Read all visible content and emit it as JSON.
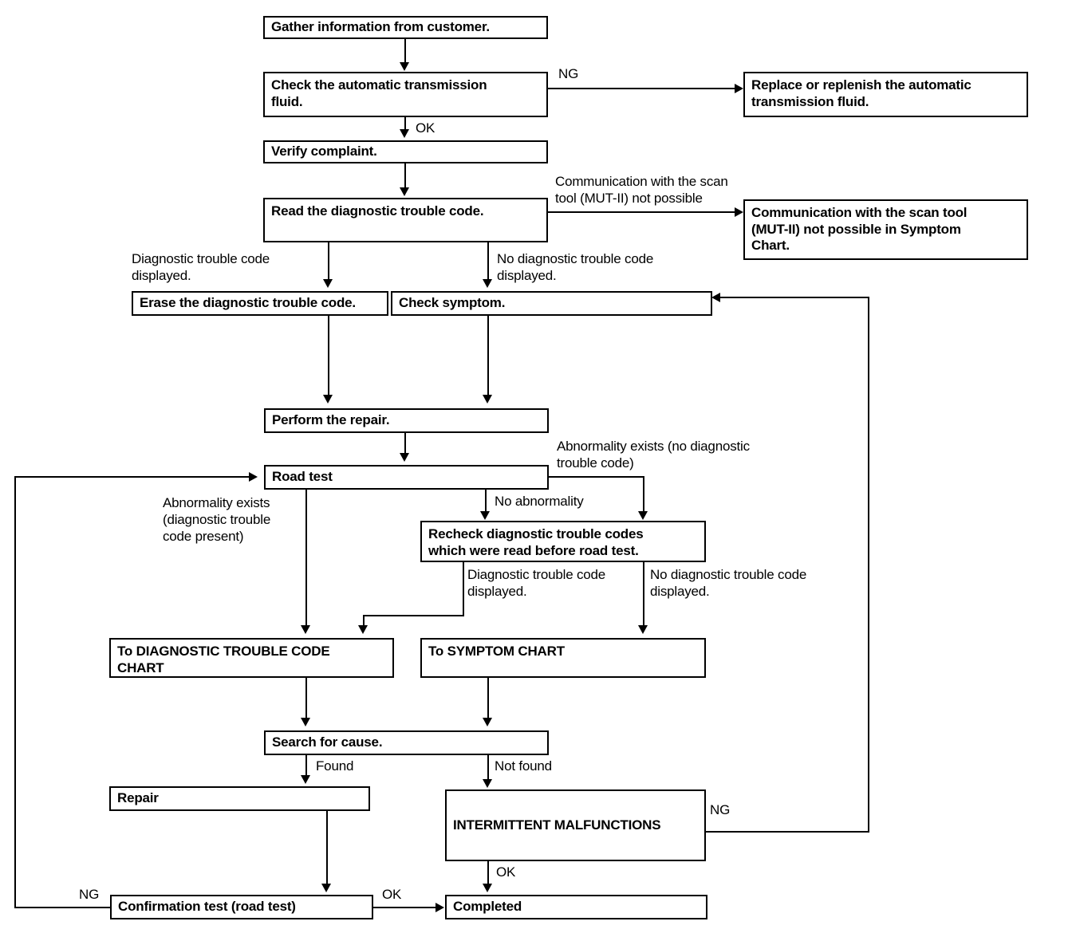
{
  "diagram": {
    "title": "Automatic transmission diagnostic troubleshooting flowchart",
    "type": "flowchart",
    "ink_color": "#000000",
    "background_color": "#ffffff",
    "nodes": [
      {
        "id": "gather",
        "label": "Gather information from customer."
      },
      {
        "id": "check_fluid",
        "label": "Check the automatic transmission\nfluid."
      },
      {
        "id": "replace_fluid",
        "label": "Replace or replenish the automatic\ntransmission fluid."
      },
      {
        "id": "verify",
        "label": "Verify complaint."
      },
      {
        "id": "read_dtc",
        "label": "Read the diagnostic trouble code."
      },
      {
        "id": "comm_symptom",
        "label": "Communication with the scan tool\n(MUT-II) not possible in Symptom\nChart."
      },
      {
        "id": "erase_dtc",
        "label": "Erase the diagnostic trouble code."
      },
      {
        "id": "check_symptom",
        "label": "Check symptom."
      },
      {
        "id": "perform_repair",
        "label": "Perform the repair."
      },
      {
        "id": "road_test",
        "label": "Road test"
      },
      {
        "id": "recheck_dtc",
        "label": "Recheck diagnostic trouble codes\nwhich were read before road test."
      },
      {
        "id": "to_dtc_chart",
        "label": "To DIAGNOSTIC TROUBLE CODE\nCHART"
      },
      {
        "id": "to_symptom",
        "label": "To SYMPTOM CHART"
      },
      {
        "id": "search_cause",
        "label": "Search for cause."
      },
      {
        "id": "repair",
        "label": "Repair"
      },
      {
        "id": "intermittent",
        "label": "INTERMITTENT MALFUNCTIONS"
      },
      {
        "id": "confirmation",
        "label": "Confirmation test (road test)"
      },
      {
        "id": "completed",
        "label": "Completed"
      }
    ],
    "edge_labels": [
      {
        "id": "ng_fluid",
        "text": "NG"
      },
      {
        "id": "ok_fluid",
        "text": "OK"
      },
      {
        "id": "comm_not_possible",
        "text": "Communication with the scan\ntool (MUT-II) not possible"
      },
      {
        "id": "dtc_displayed",
        "text": "Diagnostic trouble code\ndisplayed."
      },
      {
        "id": "no_dtc_displayed",
        "text": "No diagnostic trouble code\ndisplayed."
      },
      {
        "id": "abnormality_no_dtc",
        "text": "Abnormality exists (no diagnostic\ntrouble code)"
      },
      {
        "id": "abnormality_dtc",
        "text": "Abnormality exists\n(diagnostic trouble\ncode present)"
      },
      {
        "id": "no_abnormality",
        "text": "No abnormality"
      },
      {
        "id": "dtc_displayed2",
        "text": "Diagnostic trouble code\ndisplayed."
      },
      {
        "id": "no_dtc_displayed2",
        "text": "No diagnostic trouble code\ndisplayed."
      },
      {
        "id": "found",
        "text": "Found"
      },
      {
        "id": "not_found",
        "text": "Not found"
      },
      {
        "id": "ng_intermittent",
        "text": "NG"
      },
      {
        "id": "ok_intermittent",
        "text": "OK"
      },
      {
        "id": "ok_confirmation",
        "text": "OK"
      },
      {
        "id": "ng_confirmation",
        "text": "NG"
      }
    ]
  }
}
